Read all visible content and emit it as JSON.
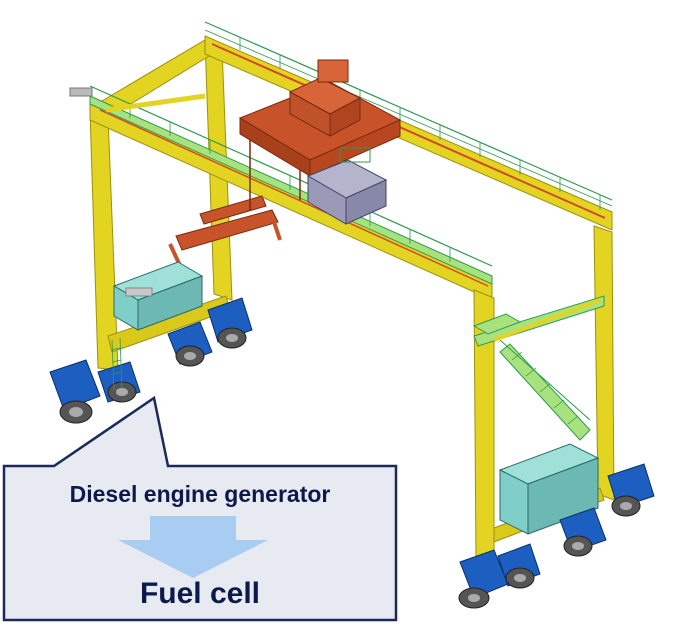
{
  "callout": {
    "from_label": "Diesel engine generator",
    "to_label": "Fuel cell"
  },
  "colors": {
    "frame": "#e3d422",
    "frame_dark": "#b8aa12",
    "walkway": "#a8e27e",
    "rail": "#2e9a4f",
    "trolley": "#c8532a",
    "cabin": "#9a9ab8",
    "wheel": "#1c5fc0",
    "tank": "#7fcfc8",
    "callout_fill": "#e8eaf2",
    "callout_border": "#1a2a5a",
    "arrow": "#a9cdf2",
    "text": "#0b1a4a"
  },
  "icons": [
    "crane-illustration",
    "down-arrow-icon"
  ]
}
